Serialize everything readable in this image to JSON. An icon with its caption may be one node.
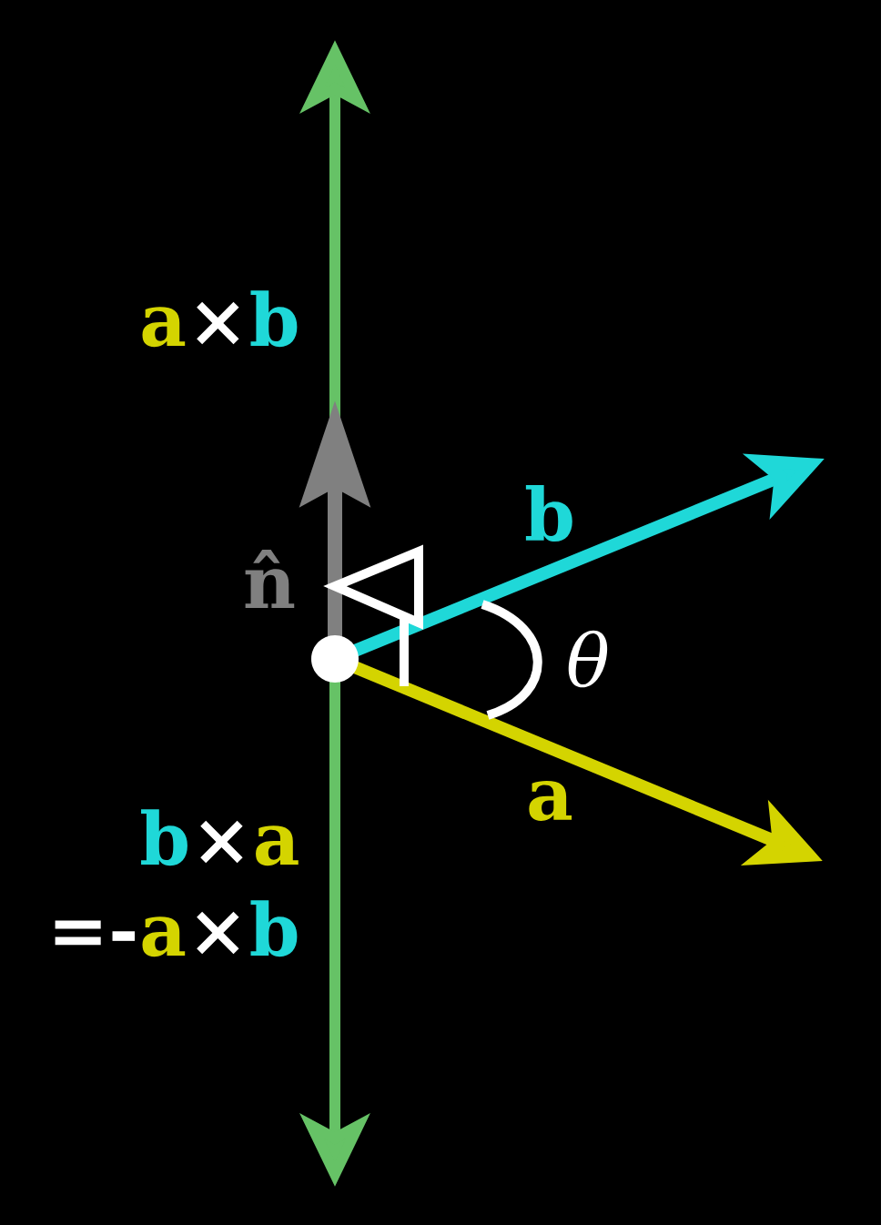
{
  "diagram": {
    "labels": [
      "a",
      "×",
      "b",
      "n̂",
      "b",
      "θ",
      "a",
      "b",
      "×",
      "a",
      "=-",
      "a",
      "×",
      "b"
    ]
  }
}
